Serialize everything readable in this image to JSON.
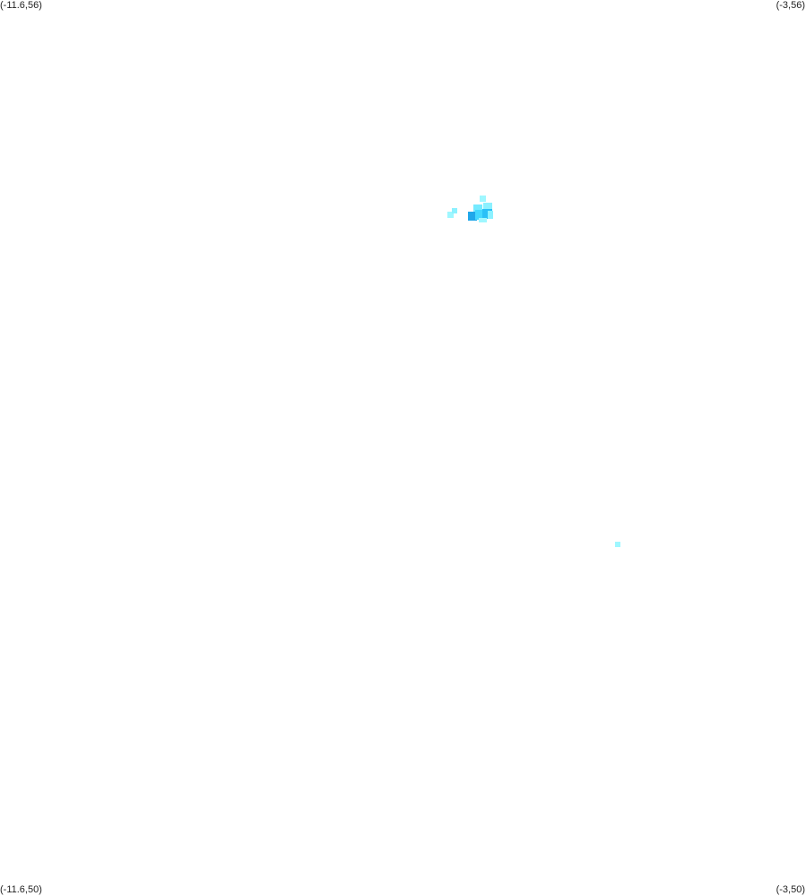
{
  "corners": {
    "top_left": "(-11.6,56)",
    "top_right": "(-3,56)",
    "bottom_left": "(-11.6,50)",
    "bottom_right": "(-3,50)"
  },
  "colors": {
    "background": "#ffffff",
    "density_low": "#9ff7ff",
    "density_mid": "#43d8ff",
    "density_high": "#1f9fe8"
  }
}
